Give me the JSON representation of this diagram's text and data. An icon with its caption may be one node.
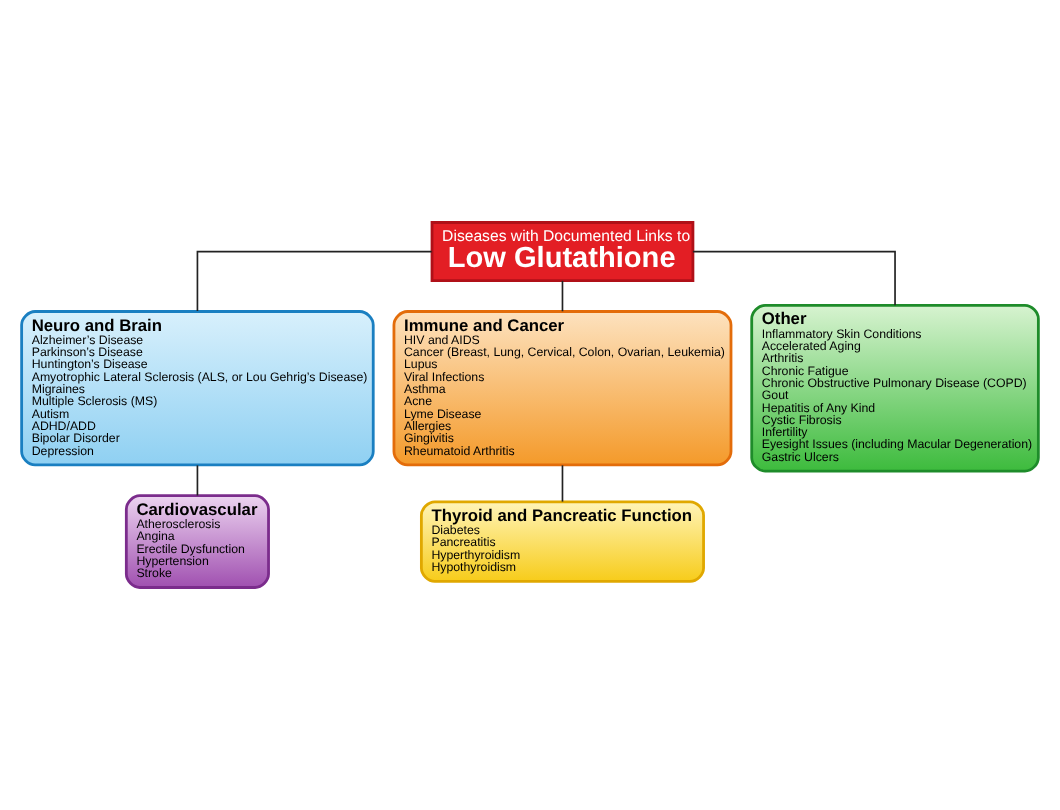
{
  "diagram": {
    "nodes": [
      {
        "text": [
          "Diseases with Documented Links to",
          "Low Glutathione"
        ]
      },
      {
        "text": [
          "Neuro and Brain",
          "Alzheimer’s Disease",
          "Parkinson’s Disease",
          "Huntington’s Disease",
          "Amyotrophic Lateral Sclerosis (ALS, or Lou Gehrig’s Disease)",
          "Migraines",
          "Multiple Sclerosis (MS)",
          "Autism",
          "ADHD/ADD",
          "Bipolar Disorder",
          "Depression"
        ]
      },
      {
        "text": [
          "Immune and Cancer",
          "HIV and AIDS",
          "Cancer (Breast, Lung, Cervical, Colon, Ovarian, Leukemia)",
          "Lupus",
          "Viral Infections",
          "Asthma",
          "Acne",
          "Lyme Disease",
          "Allergies",
          "Gingivitis",
          "Rheumatoid Arthritis"
        ]
      },
      {
        "text": [
          "Other",
          "Inflammatory Skin Conditions",
          "Accelerated Aging",
          "Arthritis",
          "Chronic Fatigue",
          "Chronic Obstructive Pulmonary Disease (COPD)",
          "Gout",
          "Hepatitis of Any Kind",
          "Cystic Fibrosis",
          "Infertility",
          "Eyesight Issues (including Macular Degeneration)",
          "Gastric Ulcers"
        ]
      },
      {
        "text": [
          "Cardiovascular",
          "Atherosclerosis",
          "Angina",
          "Erectile Dysfunction",
          "Hypertension",
          "Stroke"
        ]
      },
      {
        "text": [
          "Thyroid and Pancreatic Function",
          "Diabetes",
          "Pancreatitis",
          "Hyperthyroidism",
          "Hypothyroidism"
        ]
      }
    ],
    "edges": [
      {
        "from": 0,
        "to": 1,
        "arrow": "none"
      },
      {
        "from": 0,
        "to": 2,
        "arrow": "none"
      },
      {
        "from": 0,
        "to": 3,
        "arrow": "none"
      },
      {
        "from": 1,
        "to": 4,
        "arrow": "none"
      },
      {
        "from": 2,
        "to": 5,
        "arrow": "none"
      }
    ]
  }
}
